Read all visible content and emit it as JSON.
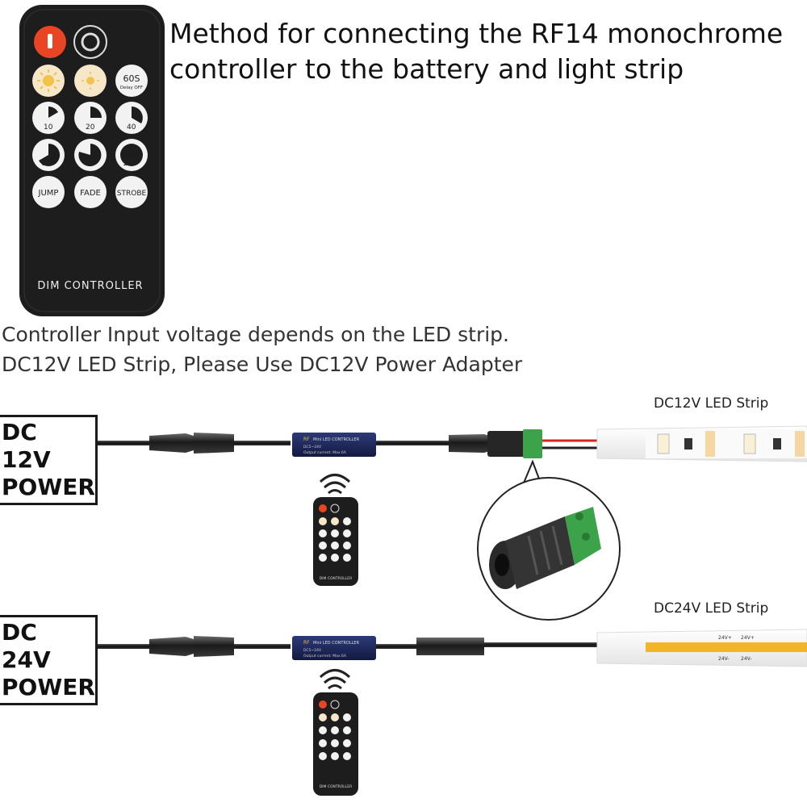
{
  "title": "Method for connecting the RF14 monochrome controller to the battery and light strip",
  "note_lines": [
    "Controller Input voltage depends on the LED strip.",
    "DC12V LED Strip, Please Use DC12V Power Adapter"
  ],
  "remote": {
    "label": "DIM CONTROLLER",
    "buttons": {
      "delay_top": "60S",
      "delay_bottom": "Delay OFF",
      "b10": "10",
      "b20": "20",
      "b40": "40",
      "b60": "60",
      "b80": "80",
      "b100": "100",
      "jump": "JUMP",
      "fade": "FADE",
      "strobe": "STROBE"
    }
  },
  "small_remote_label": "DIM CONTROLLER",
  "rows": [
    {
      "power_line1": "DC 12V",
      "power_line2": "POWER",
      "strip_label": "DC12V LED Strip"
    },
    {
      "power_line1": "DC 24V",
      "power_line2": "POWER",
      "strip_label": "DC24V LED Strip"
    }
  ],
  "controller": {
    "brand": "RF",
    "line1": "Mini LED CONTROLLER",
    "line2": "DC5~24V",
    "line3": "Output current: Max.6A"
  },
  "strip24_marks": [
    "24V+",
    "24V+",
    "24V-",
    "24V-"
  ],
  "colors": {
    "remote_body": "#1d1d1d",
    "power_button": "#e94524",
    "button_cream": "#f6e7c8",
    "button_white": "#f2f2f2",
    "cob_yellow": "#f3b425",
    "terminal_green": "#3da34a"
  }
}
